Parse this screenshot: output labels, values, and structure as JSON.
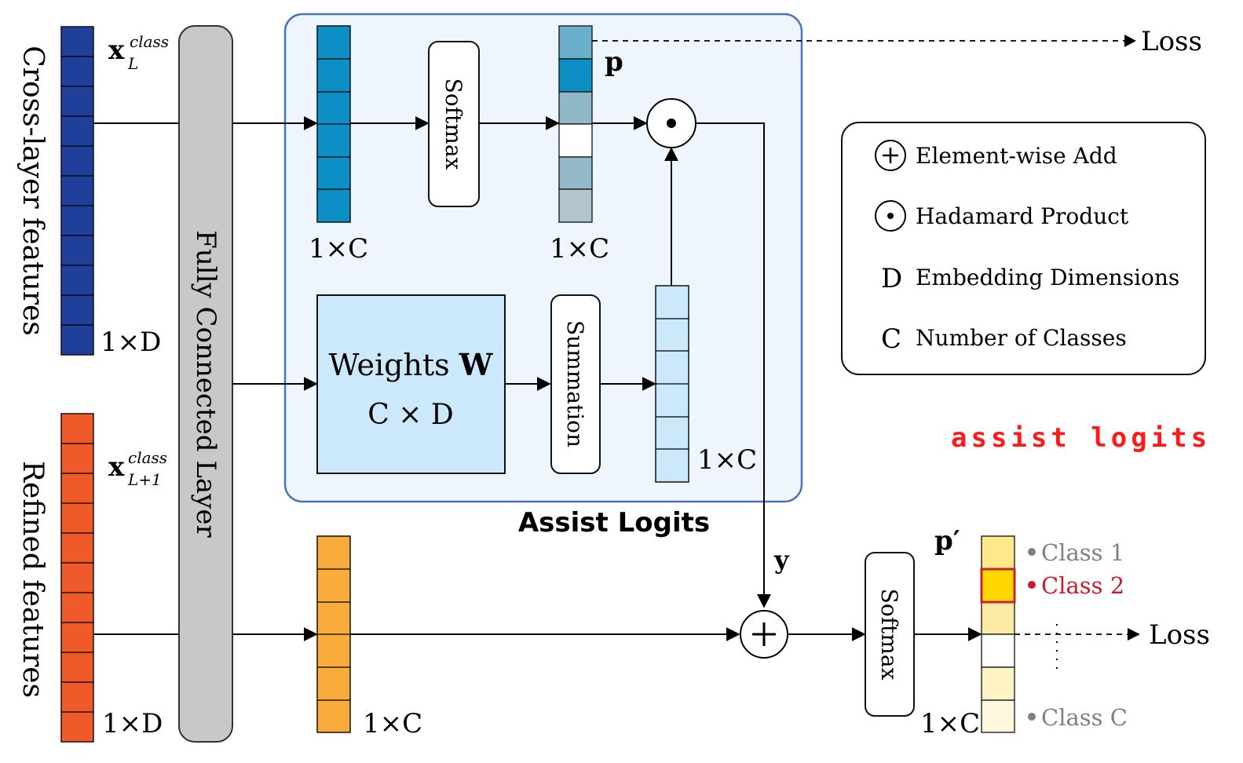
{
  "left": {
    "cross_layer": {
      "label": "Cross-layer features",
      "symbol": "x",
      "superscript": "class",
      "subscript": "L",
      "dim": "1×D",
      "color": "#1f3f9a"
    },
    "refined": {
      "label": "Refined features",
      "symbol": "x",
      "superscript": "class",
      "subscript": "L+1",
      "dim": "1×D",
      "color": "#f05a2a"
    }
  },
  "fc_layer": {
    "label": "Fully Connected Layer",
    "color": "#c8c8c8"
  },
  "assist": {
    "title": "Assist Logits",
    "top_vector_dim": "1×C",
    "softmax_label": "Softmax",
    "p_label": "p",
    "p_dim": "1×C",
    "weights_label": "Weights",
    "weights_symbol": "W",
    "weights_dim": "C × D",
    "summation_label": "Summation",
    "sum_vector_dim": "1×C",
    "y_label": "y",
    "loss_label": "Loss"
  },
  "bottom": {
    "vector_dim": "1×C",
    "softmax_label": "Softmax",
    "p_prime_label": "p′",
    "out_dim": "1×C",
    "loss_label": "Loss",
    "classes": [
      {
        "label": "Class 1",
        "color": "#808080"
      },
      {
        "label": "Class 2",
        "color": "#cc1a2a"
      },
      {
        "label": "Class C",
        "color": "#808080"
      }
    ]
  },
  "legend": {
    "items": [
      {
        "symbol": "+",
        "label": "Element-wise Add"
      },
      {
        "symbol": "•",
        "label": "Hadamard Product"
      },
      {
        "symbol": "D",
        "label": "Embedding Dimensions"
      },
      {
        "symbol": "C",
        "label": "Number of Classes"
      }
    ]
  },
  "annotation": {
    "text": "assist logits",
    "color": "#ff1a1a"
  }
}
